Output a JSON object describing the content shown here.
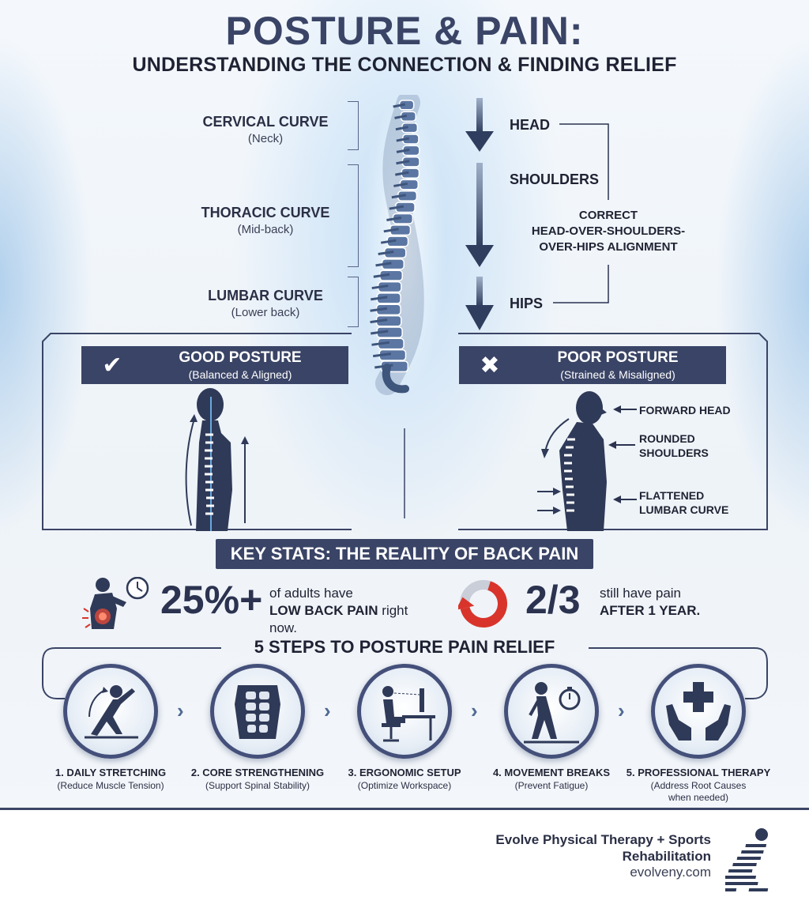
{
  "title": "POSTURE & PAIN:",
  "subtitle": "UNDERSTANDING THE CONNECTION & FINDING RELIEF",
  "curves": [
    {
      "name": "CERVICAL CURVE",
      "desc": "(Neck)"
    },
    {
      "name": "THORACIC CURVE",
      "desc": "(Mid-back)"
    },
    {
      "name": "LUMBAR CURVE",
      "desc": "(Lower back)"
    }
  ],
  "alignment": {
    "head": "HEAD",
    "shoulders": "SHOULDERS",
    "hips": "HIPS",
    "line1": "CORRECT",
    "line2": "HEAD-OVER-SHOULDERS-",
    "line3": "OVER-HIPS ALIGNMENT"
  },
  "good_posture": {
    "title": "GOOD POSTURE",
    "subtitle": "(Balanced & Aligned)"
  },
  "poor_posture": {
    "title": "POOR POSTURE",
    "subtitle": "(Strained & Misaligned)",
    "labels": {
      "forward_head": "FORWARD HEAD",
      "rounded_1": "ROUNDED",
      "rounded_2": "SHOULDERS",
      "flattened_1": "FLATTENED",
      "flattened_2": "LUMBAR CURVE"
    }
  },
  "stats": {
    "header": "KEY STATS: THE REALITY OF BACK PAIN",
    "stat1": {
      "value": "25%+",
      "line1": "of adults have",
      "line2_bold": "LOW BACK PAIN",
      "line2_rest": " right now."
    },
    "stat2": {
      "value": "2/3",
      "line1": "still have pain",
      "line2_bold": "AFTER 1 YEAR."
    },
    "pie_fraction": 0.667
  },
  "steps": {
    "title": "5 STEPS TO POSTURE PAIN RELIEF",
    "items": [
      {
        "name": "1. DAILY STRETCHING",
        "desc": "(Reduce Muscle Tension)",
        "icon": "stretching-person-icon"
      },
      {
        "name": "2. CORE STRENGTHENING",
        "desc": "(Support Spinal Stability)",
        "icon": "abdominal-muscles-icon"
      },
      {
        "name": "3. ERGONOMIC SETUP",
        "desc": "(Optimize Workspace)",
        "icon": "desk-workstation-icon"
      },
      {
        "name": "4. MOVEMENT BREAKS",
        "desc": "(Prevent Fatigue)",
        "icon": "walking-stopwatch-icon"
      },
      {
        "name": "5. PROFESSIONAL THERAPY",
        "desc": "(Address Root Causes",
        "desc2": "when needed)",
        "icon": "hands-medical-cross-icon"
      }
    ]
  },
  "footer": {
    "line1": "Evolve Physical Therapy + Sports",
    "line2": "Rehabilitation",
    "url": "evolveny.com"
  },
  "colors": {
    "navy": "#3a4466",
    "accent_red": "#d9342b",
    "blue_glow": "#a9cdee"
  }
}
